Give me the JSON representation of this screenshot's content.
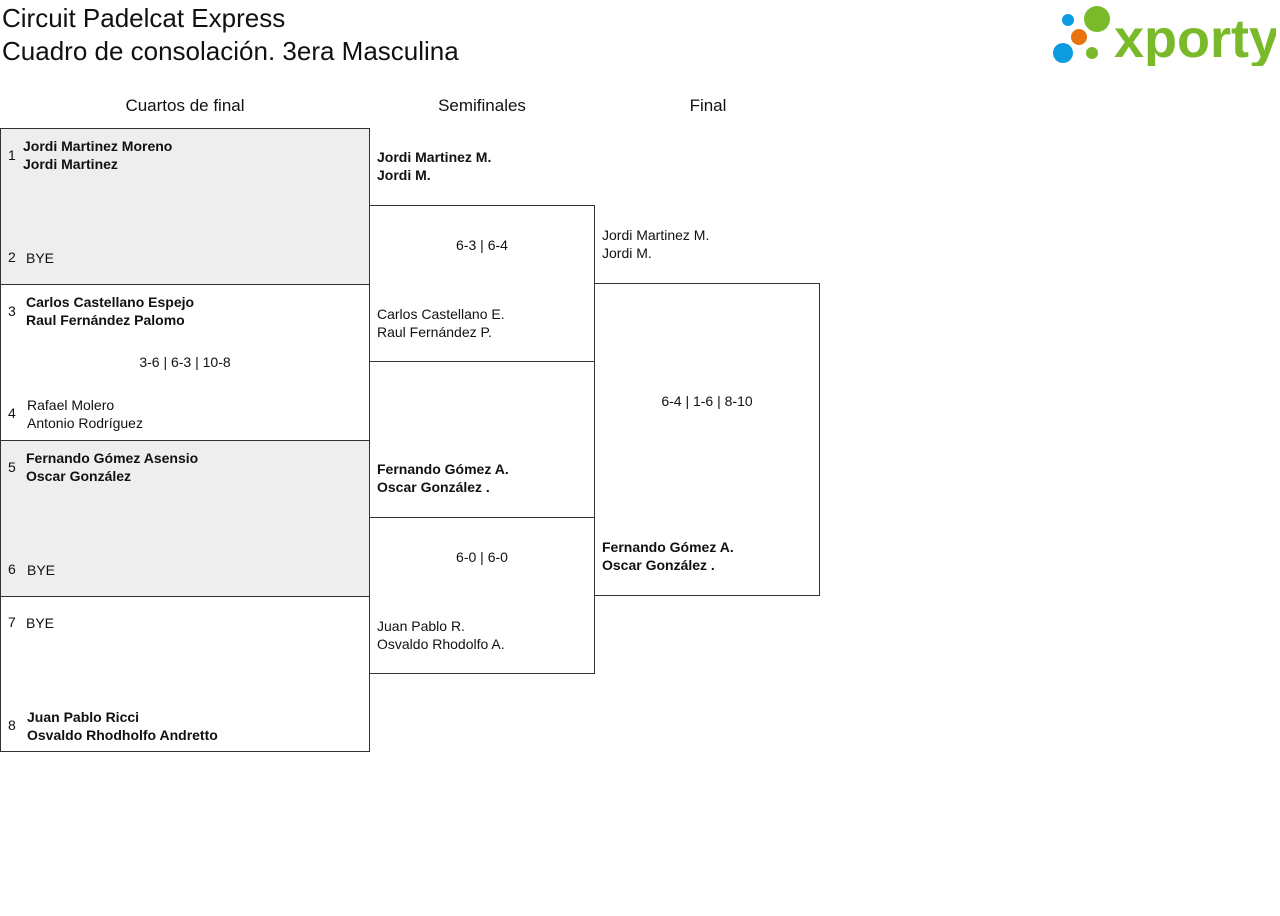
{
  "header": {
    "title": "Circuit Padelcat Express",
    "subtitle": "Cuadro de consolación. 3era Masculina",
    "logo_text": "xporty"
  },
  "rounds": [
    "Cuartos de final",
    "Semifinales",
    "Final"
  ],
  "quarterfinals": [
    {
      "seed_a": "1",
      "a1": "Jordi Martinez Moreno",
      "a2": "Jordi Martinez",
      "seed_b": "2",
      "b1": "BYE",
      "b2": "",
      "score": ""
    },
    {
      "seed_a": "3",
      "a1": "Carlos Castellano Espejo",
      "a2": "Raul Fernández Palomo",
      "seed_b": "4",
      "b1": "Rafael Molero",
      "b2": "Antonio Rodríguez",
      "score": "3-6 | 6-3 | 10-8"
    },
    {
      "seed_a": "5",
      "a1": "Fernando Gómez Asensio",
      "a2": "Oscar González",
      "seed_b": "6",
      "b1": "BYE",
      "b2": "",
      "score": ""
    },
    {
      "seed_a": "7",
      "a1": "BYE",
      "a2": "",
      "seed_b": "8",
      "b1": "Juan Pablo Ricci",
      "b2": "Osvaldo Rhodholfo Andretto",
      "score": ""
    }
  ],
  "semifinals": [
    {
      "a1": "Jordi Martinez M.",
      "a2": "Jordi M.",
      "b1": "Carlos Castellano E.",
      "b2": "Raul Fernández P.",
      "score": "6-3 | 6-4"
    },
    {
      "a1": "Fernando Gómez A.",
      "a2": "Oscar González .",
      "b1": "Juan Pablo R.",
      "b2": "Osvaldo Rhodolfo A.",
      "score": "6-0 | 6-0"
    }
  ],
  "final": {
    "a1": "Jordi Martinez M.",
    "a2": "Jordi M.",
    "b1": "Fernando Gómez A.",
    "b2": "Oscar González .",
    "score": "6-4 | 1-6 | 8-10"
  }
}
